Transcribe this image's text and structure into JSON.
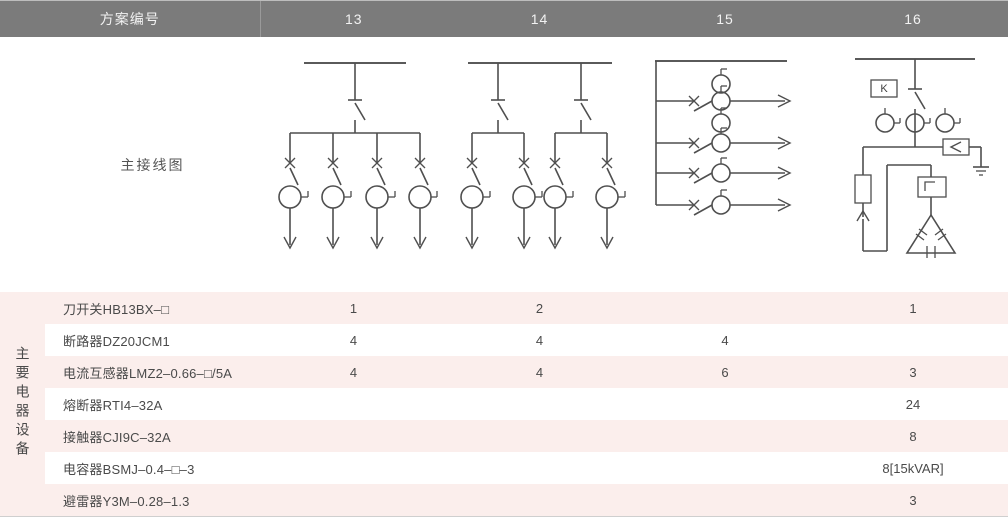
{
  "header": {
    "row_label": "方案编号",
    "columns": [
      "13",
      "14",
      "15",
      "16"
    ]
  },
  "diagram_row": {
    "label": "主接线图"
  },
  "section": {
    "vertical_label": "主要电器设备"
  },
  "equipment_rows": [
    {
      "name": "刀开关HB13BX–□",
      "values": [
        "1",
        "2",
        "",
        "1"
      ]
    },
    {
      "name": "断路器DZ20JCM1",
      "values": [
        "4",
        "4",
        "4",
        ""
      ]
    },
    {
      "name": "电流互感器LMZ2–0.66–□/5A",
      "values": [
        "4",
        "4",
        "6",
        "3"
      ]
    },
    {
      "name": "熔断器RTI4–32A",
      "values": [
        "",
        "",
        "",
        "24"
      ]
    },
    {
      "name": "接触器CJI9C–32A",
      "values": [
        "",
        "",
        "",
        "8"
      ]
    },
    {
      "name": "电容器BSMJ–0.4–□–3",
      "values": [
        "",
        "",
        "",
        "8[15kVAR]"
      ]
    },
    {
      "name": "避雷器Y3M–0.28–1.3",
      "values": [
        "",
        "",
        "",
        "3"
      ]
    }
  ],
  "diagram_labels": {
    "col16_relay_box": "K"
  },
  "colors": {
    "header_bg": "#7b7b7b",
    "header_text": "#f2f2f2",
    "stripe": "#fbeeec",
    "line": "#4f4f4f",
    "grid": "#e4dcdb"
  }
}
